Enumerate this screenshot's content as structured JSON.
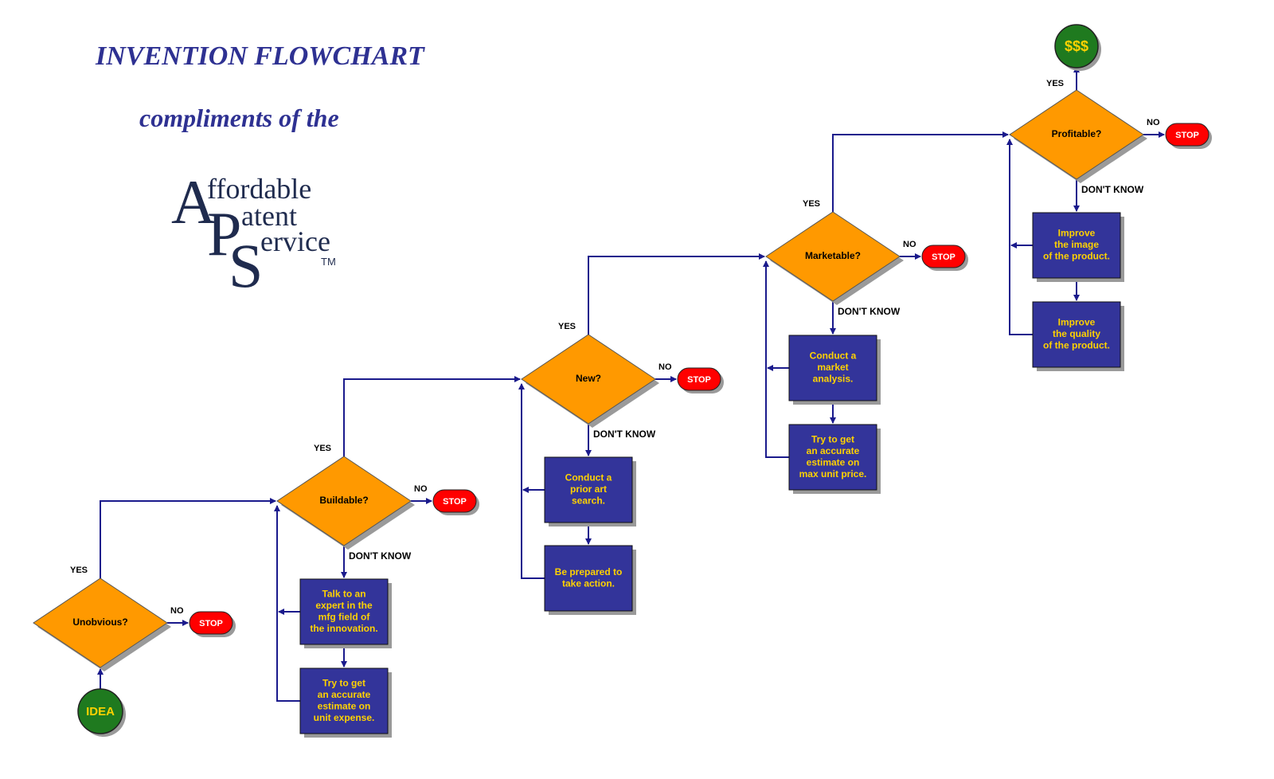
{
  "header": {
    "title": "INVENTION FLOWCHART",
    "subtitle": "compliments of the"
  },
  "logo": {
    "letter_a": "A",
    "word_a": "ffordable",
    "letter_p": "P",
    "word_p": "atent",
    "letter_s": "S",
    "word_s": "ervice",
    "trademark": "TM"
  },
  "colors": {
    "diamond": "#ff9900",
    "box": "#33349a",
    "box_text": "#ffd200",
    "stop": "#ff0000",
    "terminal": "#1f7a1f",
    "arrow": "#1a1a8c",
    "title": "#2e3192"
  },
  "labels": {
    "yes": "YES",
    "no": "NO",
    "dont_know": "DON'T KNOW",
    "stop": "STOP"
  },
  "start": {
    "label": "IDEA"
  },
  "end": {
    "label": "$$$"
  },
  "stages": [
    {
      "question": "Unobvious?",
      "boxes": []
    },
    {
      "question": "Buildable?",
      "boxes": [
        [
          "Talk to an",
          "expert in the",
          "mfg field of",
          "the innovation."
        ],
        [
          "Try to get",
          "an accurate",
          "estimate on",
          "unit expense."
        ]
      ]
    },
    {
      "question": "New?",
      "boxes": [
        [
          "Conduct a",
          "prior art",
          "search."
        ],
        [
          "Be prepared to",
          "take action."
        ]
      ]
    },
    {
      "question": "Marketable?",
      "boxes": [
        [
          "Conduct a",
          "market",
          "analysis."
        ],
        [
          "Try to get",
          "an accurate",
          "estimate on",
          "max unit price."
        ]
      ]
    },
    {
      "question": "Profitable?",
      "boxes": [
        [
          "Improve",
          "the image",
          "of the product."
        ],
        [
          "Improve",
          "the quality",
          "of the product."
        ]
      ]
    }
  ]
}
